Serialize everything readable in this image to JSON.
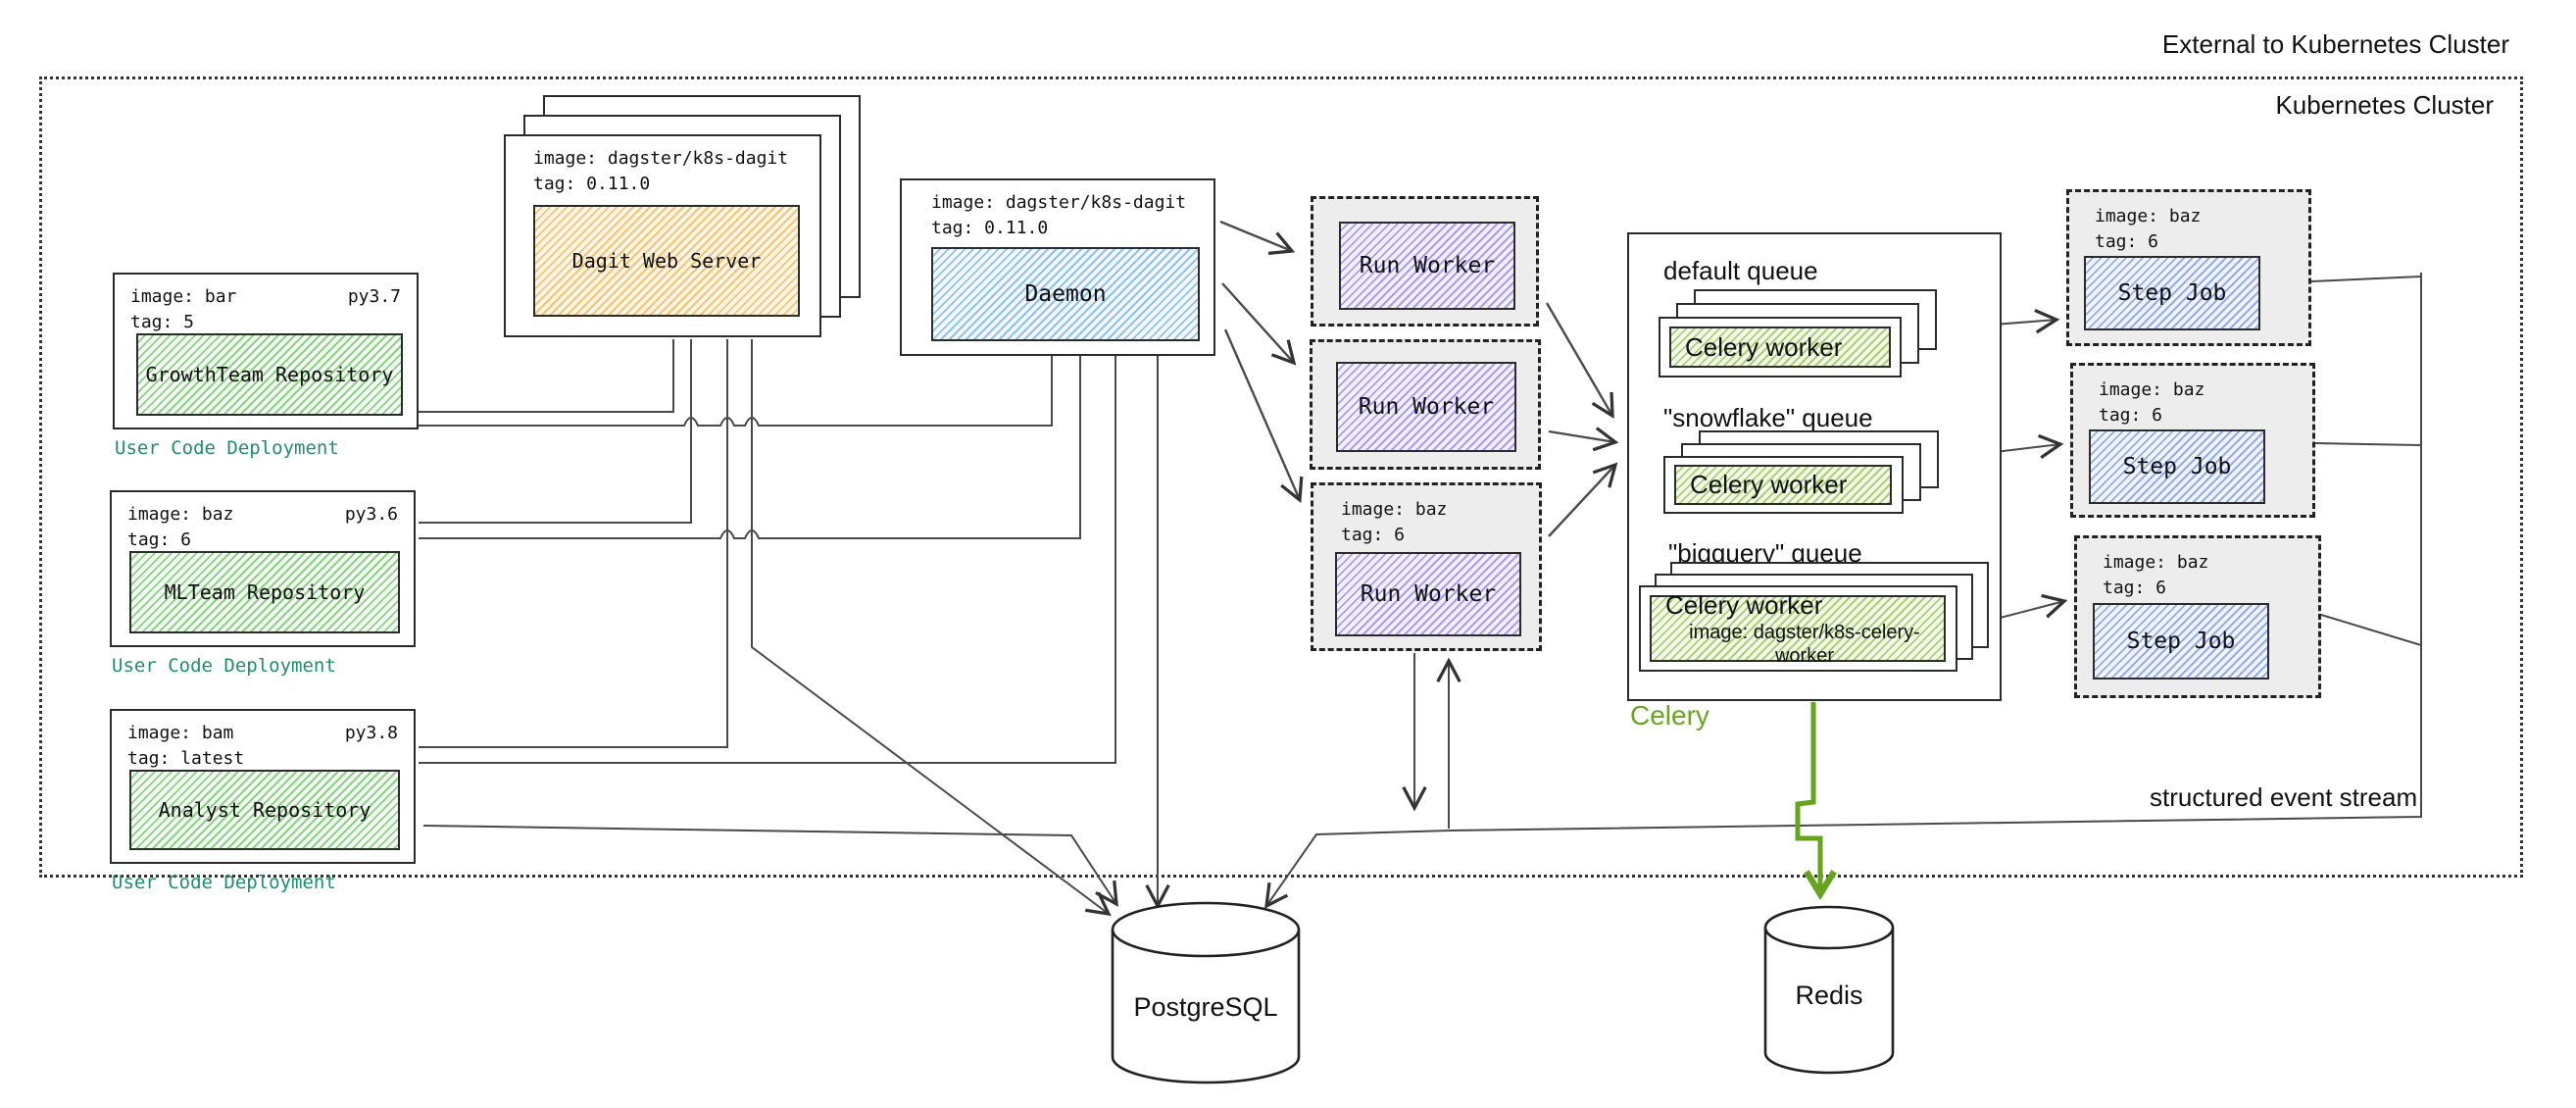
{
  "labels": {
    "external": "External to Kubernetes Cluster",
    "cluster": "Kubernetes Cluster",
    "event_stream": "structured event stream"
  },
  "deployments": [
    {
      "image": "image: bar",
      "python": "py3.7",
      "tag": "tag: 5",
      "repo": "GrowthTeam Repository",
      "caption": "User Code Deployment"
    },
    {
      "image": "image: baz",
      "python": "py3.6",
      "tag": "tag: 6",
      "repo": "MLTeam Repository",
      "caption": "User Code Deployment"
    },
    {
      "image": "image: bam",
      "python": "py3.8",
      "tag": "tag: latest",
      "repo": "Analyst Repository",
      "caption": "User Code Deployment"
    }
  ],
  "dagit": {
    "image": "image: dagster/k8s-dagit",
    "tag": "tag: 0.11.0",
    "name": "Dagit Web Server"
  },
  "daemon": {
    "image": "image: dagster/k8s-dagit",
    "tag": "tag: 0.11.0",
    "name": "Daemon"
  },
  "run_workers": [
    {
      "name": "Run Worker"
    },
    {
      "name": "Run Worker"
    },
    {
      "image": "image: baz",
      "tag": "tag: 6",
      "name": "Run Worker"
    }
  ],
  "celery": {
    "caption": "Celery",
    "queues": [
      {
        "label": "default queue",
        "worker": "Celery worker"
      },
      {
        "label": "\"snowflake\" queue",
        "worker": "Celery worker"
      },
      {
        "label": "\"bigquery\" queue",
        "worker": "Celery worker",
        "worker_image": "image: dagster/k8s-celery-worker"
      }
    ]
  },
  "step_jobs": [
    {
      "image": "image: baz",
      "tag": "tag: 6",
      "name": "Step Job"
    },
    {
      "image": "image: baz",
      "tag": "tag: 6",
      "name": "Step Job"
    },
    {
      "image": "image: baz",
      "tag": "tag: 6",
      "name": "Step Job"
    }
  ],
  "databases": {
    "postgres": "PostgreSQL",
    "redis": "Redis"
  },
  "colors": {
    "user_code_caption": "#1f8f6b",
    "celery_caption": "#65a61e",
    "green_arrow": "#67a41e",
    "wire": "#4a4a4a",
    "container_fill": "#ededed"
  }
}
